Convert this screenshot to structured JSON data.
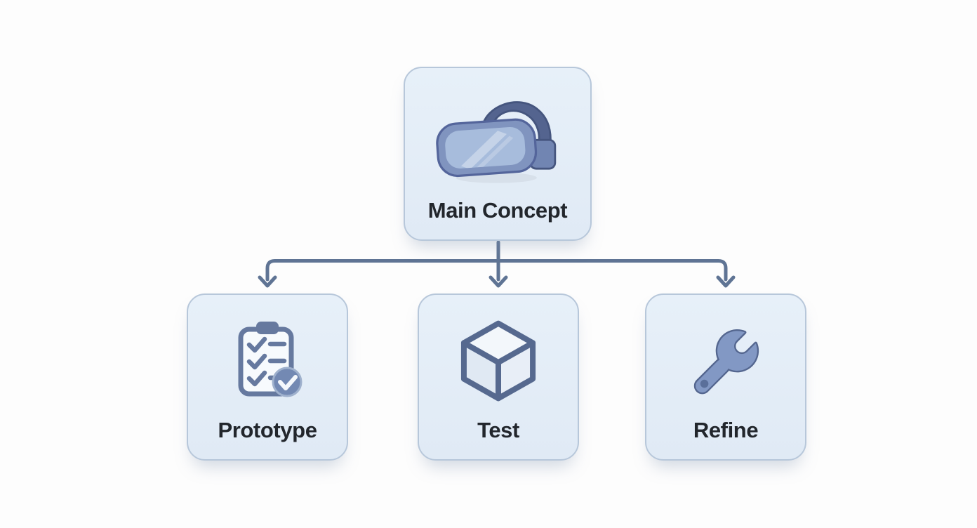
{
  "diagram": {
    "type": "flowchart",
    "background_color": "#fdfdfd",
    "connector_color": "#5f7494",
    "box_fill_color": "#e3edf7",
    "box_border_color": "#b7c7da",
    "label_color": "#22262c",
    "icon_accent_color": "#8298c4",
    "icon_outline_color": "#54668f",
    "root": {
      "label": "Main Concept",
      "icon": "vr-headset-icon"
    },
    "children": [
      {
        "label": "Prototype",
        "icon": "clipboard-checklist-icon"
      },
      {
        "label": "Test",
        "icon": "cube-icon"
      },
      {
        "label": "Refine",
        "icon": "wrench-icon"
      }
    ]
  }
}
